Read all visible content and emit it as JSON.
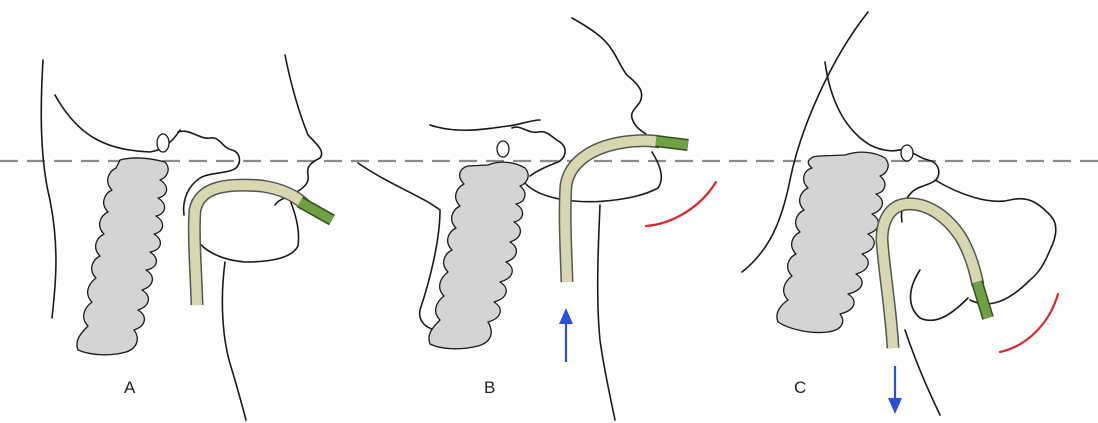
{
  "panels": [
    {
      "id": "a",
      "label": "A"
    },
    {
      "id": "b",
      "label": "B"
    },
    {
      "id": "c",
      "label": "C"
    }
  ],
  "colors": {
    "reference_line": "#8c8c8c",
    "tube_fill": "#d8d7b0",
    "tube_outline": "#555555",
    "connector": "#6fa044",
    "arc": "#d8292f",
    "arrow": "#2b4fd8",
    "vertebra": "#d4d4d4"
  }
}
